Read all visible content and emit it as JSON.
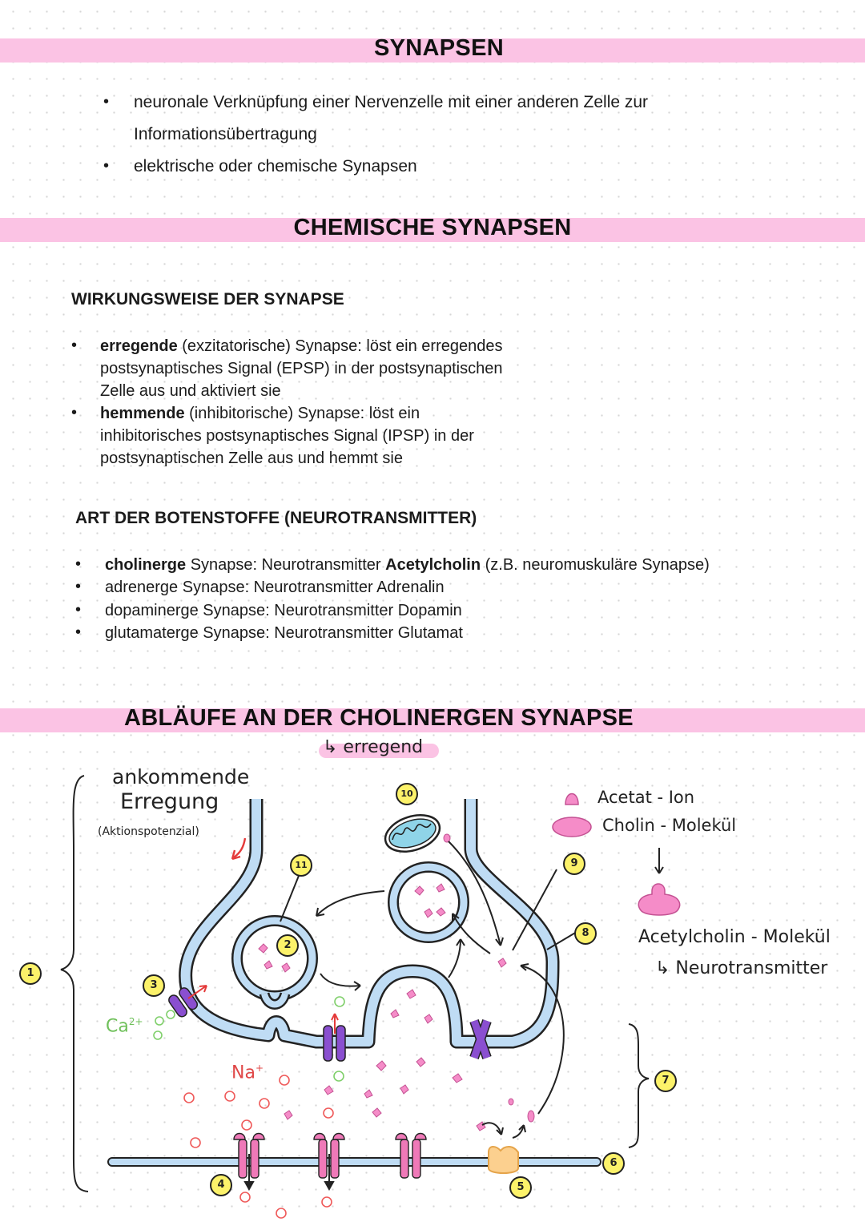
{
  "sections": {
    "synapsen": {
      "title": "SYNAPSEN",
      "bullets": [
        {
          "line1": "neuronale Verknüpfung einer Nervenzelle mit einer anderen Zelle zur",
          "line2": "Informationsübertragung"
        },
        {
          "line1": "elektrische oder chemische Synapsen"
        }
      ]
    },
    "chemische": {
      "title": "CHEMISCHE SYNAPSEN",
      "wirkung": {
        "heading": "WIRKUNGSWEISE DER SYNAPSE",
        "items": [
          {
            "bold": "erregende",
            "lines": [
              " (exzitatorische) Synapse: löst ein erregendes",
              "postsynaptisches Signal (EPSP) in der postsynaptischen",
              "Zelle aus und aktiviert sie"
            ]
          },
          {
            "bold": "hemmende",
            "lines": [
              " (inhibitorische) Synapse: löst ein",
              "inhibitorisches postsynaptisches Signal (IPSP) in der",
              "postsynaptischen Zelle aus und hemmt sie"
            ]
          }
        ]
      },
      "botenstoffe": {
        "heading": "ART DER BOTENSTOFFE (NEUROTRANSMITTER)",
        "items": [
          {
            "bold": "cholinerge",
            "text": " Synapse: Neurotransmitter ",
            "bold2": "Acetylcholin",
            "text2": " (z.B. neuromuskuläre Synapse)"
          },
          {
            "text": "adrenerge Synapse: Neurotransmitter Adrenalin"
          },
          {
            "text": "dopaminerge Synapse: Neurotransmitter Dopamin"
          },
          {
            "text": "glutamaterge Synapse: Neurotransmitter Glutamat"
          }
        ]
      }
    },
    "ablaeufe": {
      "title": "ABLÄUFE AN DER CHOLINERGEN SYNAPSE",
      "subnote": "↳ erregend"
    }
  },
  "diagram": {
    "labels": {
      "ankommende": "ankommende",
      "erregung": "Erregung",
      "aktionspotenzial": "(Aktionspotenzial)",
      "ca": "Ca",
      "ca_sup": "2+",
      "na": "Na",
      "na_sup": "+"
    },
    "legend": {
      "acetat": "Acetat - Ion",
      "cholin": "Cholin - Molekül",
      "acetylcholin": "Acetylcholin - Molekül",
      "neurotransmitter": "↳ Neurotransmitter"
    },
    "numbers": [
      "1",
      "2",
      "3",
      "4",
      "5",
      "6",
      "7",
      "8",
      "9",
      "10",
      "11"
    ],
    "colors": {
      "highlight": "#fbc3e4",
      "membrane": "#bfdcf4",
      "transmitter": "#f58cc8",
      "channel_purple": "#8a4fd0",
      "receptor_pink": "#ef79b8",
      "enzyme": "#fcd08f",
      "calcium": "#7fcf6a",
      "sodium": "#ef5a5a",
      "number_badge": "#fcf26a"
    }
  }
}
